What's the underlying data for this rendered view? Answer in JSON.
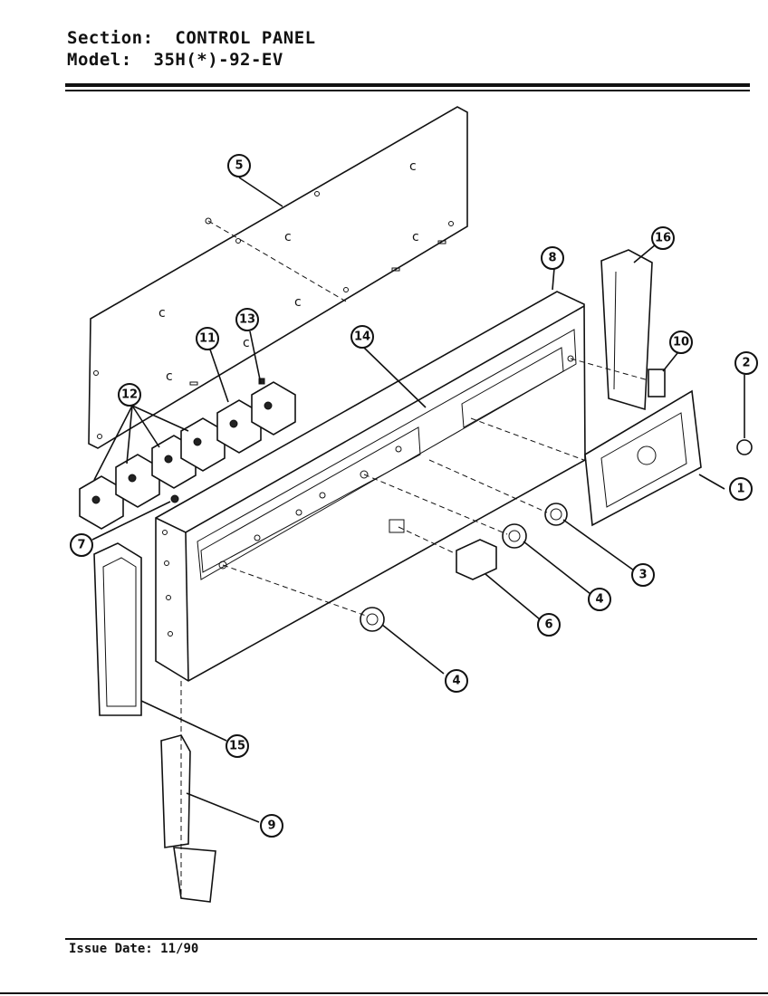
{
  "header": {
    "section_label": "Section:",
    "section_value": "CONTROL PANEL",
    "model_label": "Model:",
    "model_value": "35H(*)-92-EV"
  },
  "footer": {
    "issue_label": "Issue Date:",
    "issue_value": "11/90"
  },
  "callouts": [
    "1",
    "2",
    "3",
    "4",
    "4",
    "5",
    "6",
    "7",
    "8",
    "9",
    "10",
    "11",
    "12",
    "13",
    "14",
    "15",
    "16"
  ]
}
